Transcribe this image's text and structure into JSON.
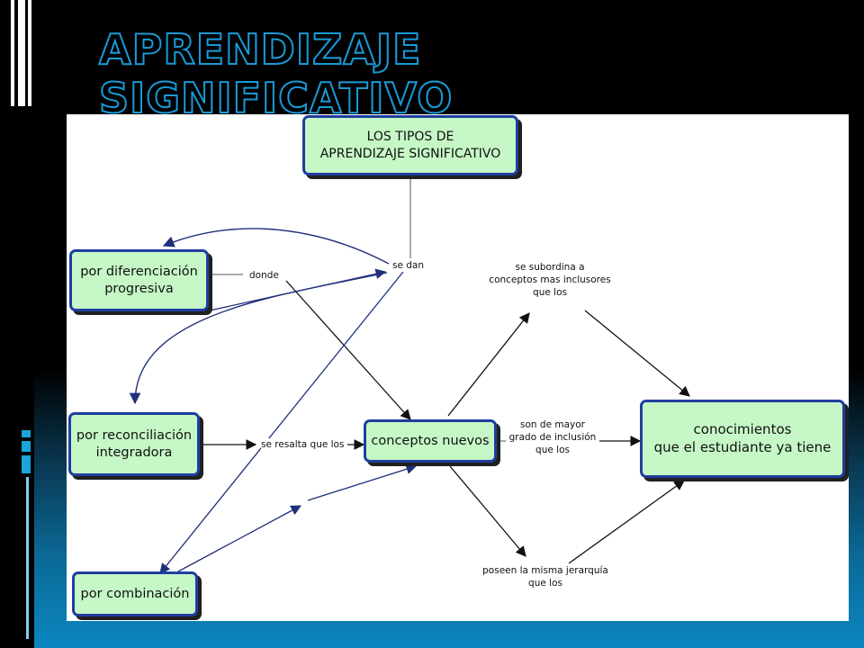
{
  "slide": {
    "title": "APRENDIZAJE SIGNIFICATIVO"
  },
  "colors": {
    "node_fill": "#c6f7c6",
    "node_border": "#1f3ea0",
    "arrow_blue": "#1f2f7a",
    "arrow_black": "#111111",
    "title_outline": "#1a9ad6"
  },
  "nodes": {
    "root": {
      "line1": "LOS TIPOS DE",
      "line2": "APRENDIZAJE SIGNIFICATIVO"
    },
    "diferenciacion": {
      "line1": "por diferenciación",
      "line2": "progresiva"
    },
    "reconciliacion": {
      "line1": "por reconciliación",
      "line2": "integradora"
    },
    "combinacion": {
      "line1": "por combinación"
    },
    "conceptos": {
      "line1": "conceptos nuevos"
    },
    "conocimientos": {
      "line1": "conocimientos",
      "line2": "que el estudiante ya tiene"
    }
  },
  "links": {
    "se_dan": "se dan",
    "donde": "donde",
    "se_resalta": "se resalta que los",
    "subordina": {
      "line1": "se subordina a",
      "line2": "conceptos mas inclusores",
      "line3": "que los"
    },
    "mayor": {
      "line1": "son de mayor",
      "line2": "grado de inclusión",
      "line3": "que los"
    },
    "misma": {
      "line1": "poseen la misma jerarquía",
      "line2": "que los"
    }
  }
}
